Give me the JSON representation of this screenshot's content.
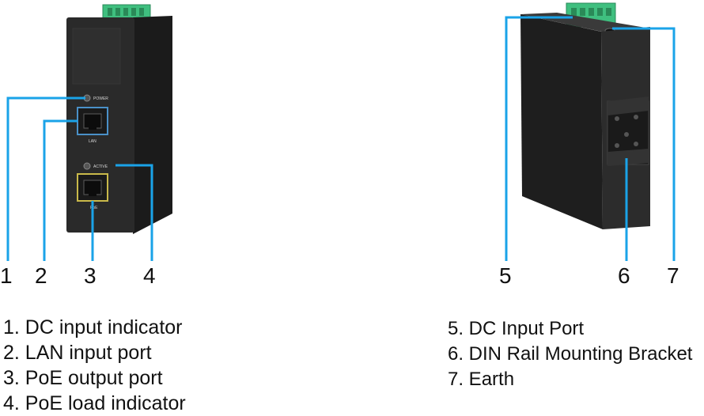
{
  "front_device": {
    "power_label": "POWER",
    "lan_label": "LAN",
    "active_label": "ACTIVE",
    "poe_label": "PoE"
  },
  "callouts": {
    "n1": "1",
    "n2": "2",
    "n3": "3",
    "n4": "4",
    "n5": "5",
    "n6": "6",
    "n7": "7"
  },
  "legend_left": [
    "1. DC input indicator",
    "2. LAN input port",
    "3. PoE output port",
    "4. PoE load indicator"
  ],
  "legend_right": [
    "5. DC Input Port",
    "6. DIN Rail Mounting Bracket",
    "7. Earth"
  ],
  "colors": {
    "callout_line": "#1aa3e8",
    "device_body": "#262626",
    "terminal_block": "#3fbf7f",
    "lan_port_frame": "#4a90c8",
    "poe_port_frame": "#c9b94a"
  }
}
